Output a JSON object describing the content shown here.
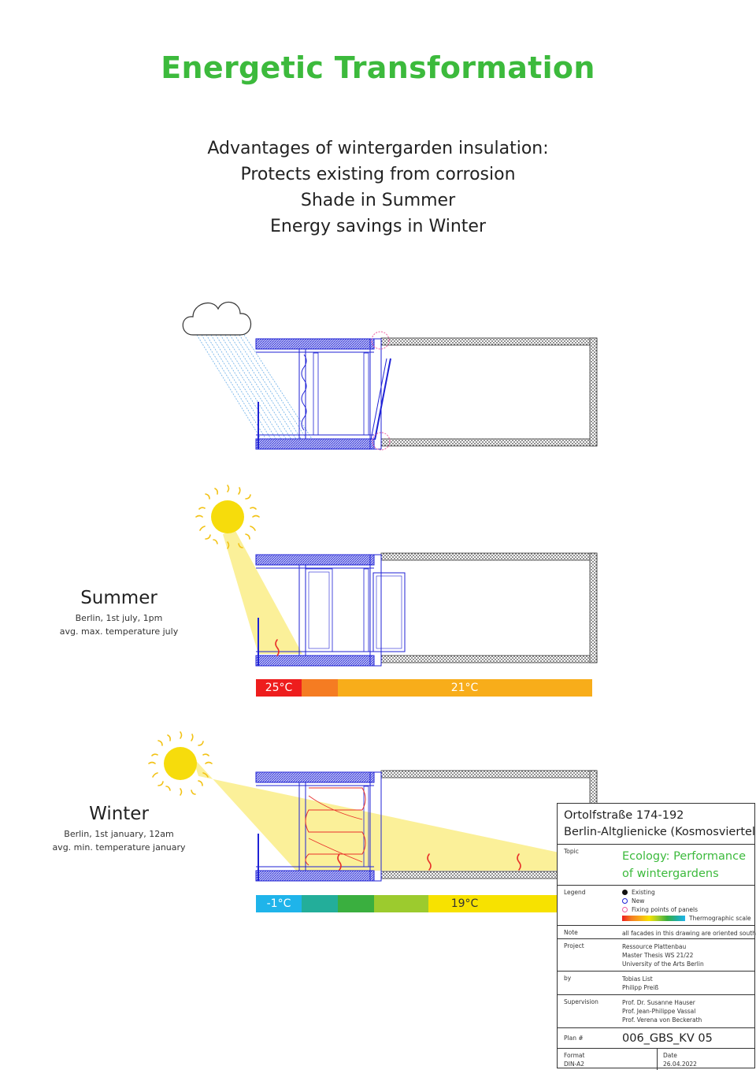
{
  "title": "Energetic Transformation",
  "colors": {
    "accent": "#3cba3c",
    "structure_new": "#1f22d6",
    "existing": "#333333",
    "sun": "#f6dc0c",
    "sun_ray": "#fbee8e",
    "fixing": "#ee5ea0",
    "heat": "#e8302a"
  },
  "advantages": [
    "Advantages of wintergarden insulation:",
    "Protects existing from corrosion",
    "Shade in Summer",
    "Energy savings in Winter"
  ],
  "summer": {
    "label": "Summer",
    "sub1": "Berlin, 1st july, 1pm",
    "sub2": "avg. max. temperature july",
    "scale_left": "25°C",
    "scale_right": "21°C",
    "scale_colors": [
      "#ee1d1d",
      "#f57c22",
      "#f8ad1a"
    ]
  },
  "winter": {
    "label": "Winter",
    "sub1": "Berlin, 1st january, 12am",
    "sub2": "avg. min. temperature january",
    "scale_left": "-1°C",
    "scale_right": "19°C",
    "scale_colors": [
      "#1fb4ea",
      "#23ae9a",
      "#3aaf3f",
      "#9ccb2e",
      "#f7e200"
    ]
  },
  "titleblock": {
    "address1": "Ortolfstraße 174-192",
    "address2": "Berlin-Altglienicke (Kosmosviertel)",
    "topic_label": "Topic",
    "topic1": "Ecology: Performance",
    "topic2": "of wintergardens",
    "legend_label": "Legend",
    "legend": [
      "Existing",
      "New",
      "Fixing points of panels"
    ],
    "legend_scale": "Thermographic scale",
    "note_label": "Note",
    "note": "all facades in this drawing are oriented south",
    "project_label": "Project",
    "project": [
      "Ressource Plattenbau",
      "Master Thesis WS 21/22",
      "University of the Arts Berlin"
    ],
    "by_label": "by",
    "by": [
      "Tobias List",
      "Philipp Preiß"
    ],
    "supervision_label": "Supervision",
    "supervision": [
      "Prof. Dr. Susanne Hauser",
      "Prof. Jean-Philippe Vassal",
      "Prof. Verena von Beckerath"
    ],
    "plan_label": "Plan #",
    "plan": "006_GBS_KV 05",
    "format_label": "Format",
    "format": "DIN-A2",
    "date_label": "Date",
    "date": "26.04.2022"
  }
}
